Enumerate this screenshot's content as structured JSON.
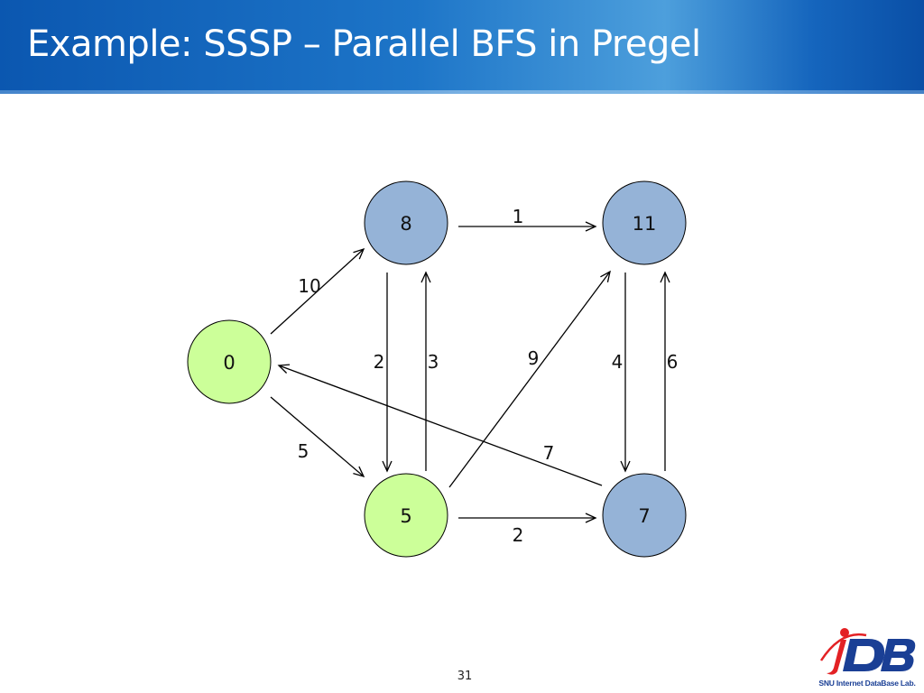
{
  "slide": {
    "title": "Example: SSSP – Parallel BFS in Pregel",
    "page_number": "31"
  },
  "graph": {
    "nodes": [
      {
        "id": "n0",
        "label": "0",
        "state": "active"
      },
      {
        "id": "n8",
        "label": "8",
        "state": "inactive"
      },
      {
        "id": "n11",
        "label": "11",
        "state": "inactive"
      },
      {
        "id": "n5",
        "label": "5",
        "state": "active"
      },
      {
        "id": "n7",
        "label": "7",
        "state": "inactive"
      }
    ],
    "edges": [
      {
        "from": "n0",
        "to": "n8",
        "weight": "10"
      },
      {
        "from": "n0",
        "to": "n5",
        "weight": "5"
      },
      {
        "from": "n8",
        "to": "n11",
        "weight": "1"
      },
      {
        "from": "n8",
        "to": "n5",
        "weight": "2"
      },
      {
        "from": "n5",
        "to": "n8",
        "weight": "3"
      },
      {
        "from": "n5",
        "to": "n11",
        "weight": "9"
      },
      {
        "from": "n5",
        "to": "n7",
        "weight": "2"
      },
      {
        "from": "n11",
        "to": "n7",
        "weight": "4"
      },
      {
        "from": "n7",
        "to": "n11",
        "weight": "6"
      },
      {
        "from": "n7",
        "to": "n0",
        "weight": "7"
      }
    ],
    "colors": {
      "active": "#ccff99",
      "inactive": "#95b3d7",
      "stroke": "#000000"
    }
  },
  "logo": {
    "mark": "iDB",
    "caption": "SNU Internet DataBase Lab."
  }
}
